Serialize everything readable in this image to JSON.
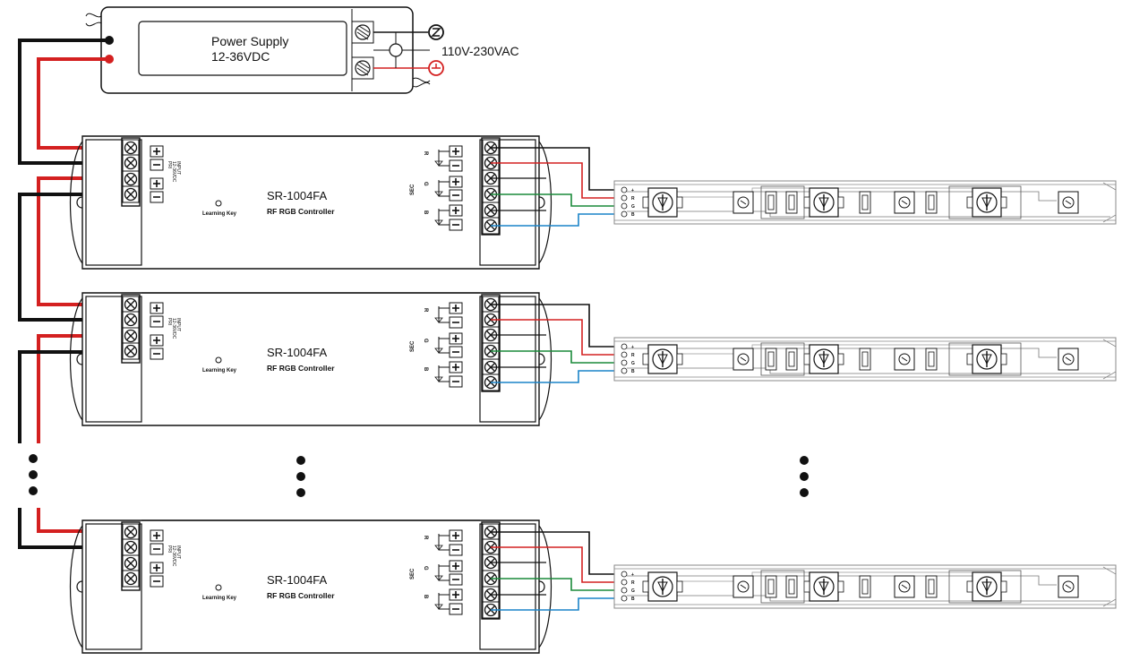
{
  "power_supply": {
    "label_line1": "Power Supply",
    "label_line2": "12-36VDC",
    "ac_label": "110V-230VAC"
  },
  "controllers": [
    {
      "model": "SR-1004FA",
      "subtitle": "RF RGB Controller",
      "learning_key": "Learning Key"
    },
    {
      "model": "SR-1004FA",
      "subtitle": "RF RGB Controller",
      "learning_key": "Learning Key"
    },
    {
      "model": "SR-1004FA",
      "subtitle": "RF RGB Controller",
      "learning_key": "Learning Key"
    }
  ],
  "controller_labels": {
    "input_line1": "INPUT",
    "input_line2": "12-36VDC",
    "input_line3": "PRI",
    "sec": "SEC",
    "ch_r": "R",
    "ch_g": "G",
    "ch_b": "B",
    "plus": "+",
    "minus": "−"
  },
  "strip_pins": [
    "+",
    "R",
    "G",
    "B"
  ],
  "colors": {
    "black_wire": "#111111",
    "red_wire": "#d42020",
    "green_wire": "#1a8a3a",
    "blue_wire": "#1a84c8",
    "strip_outline": "#888888"
  }
}
